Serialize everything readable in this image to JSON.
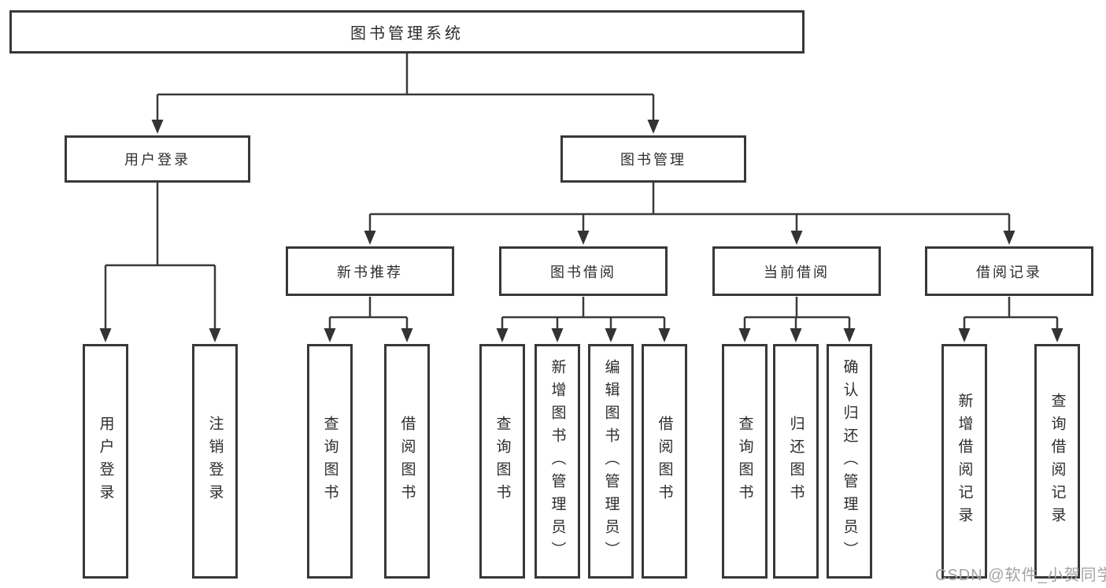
{
  "diagram_title": "图书管理系统",
  "tree": {
    "label": "图书管理系统",
    "children": [
      {
        "label": "用户登录",
        "children": [
          {
            "label": "用户登录"
          },
          {
            "label": "注销登录"
          }
        ]
      },
      {
        "label": "图书管理",
        "children": [
          {
            "label": "新书推荐",
            "children": [
              {
                "label": "查询图书"
              },
              {
                "label": "借阅图书"
              }
            ]
          },
          {
            "label": "图书借阅",
            "children": [
              {
                "label": "查询图书"
              },
              {
                "label": "新增图书（管理员）"
              },
              {
                "label": "编辑图书（管理员）"
              },
              {
                "label": "借阅图书"
              }
            ]
          },
          {
            "label": "当前借阅",
            "children": [
              {
                "label": "查询图书"
              },
              {
                "label": "归还图书"
              },
              {
                "label": "确认归还（管理员）"
              }
            ]
          },
          {
            "label": "借阅记录",
            "children": [
              {
                "label": "新增借阅记录"
              },
              {
                "label": "查询借阅记录"
              }
            ]
          }
        ]
      }
    ]
  },
  "watermark": {
    "text": "CSDN @软件_小贺同学"
  },
  "colors": {
    "line": "#3a3a3a",
    "box_border": "#383838",
    "box_fill": "#ffffff",
    "text": "#2d2d2d",
    "background": "#ffffff",
    "watermark": "#a3a3a3"
  }
}
